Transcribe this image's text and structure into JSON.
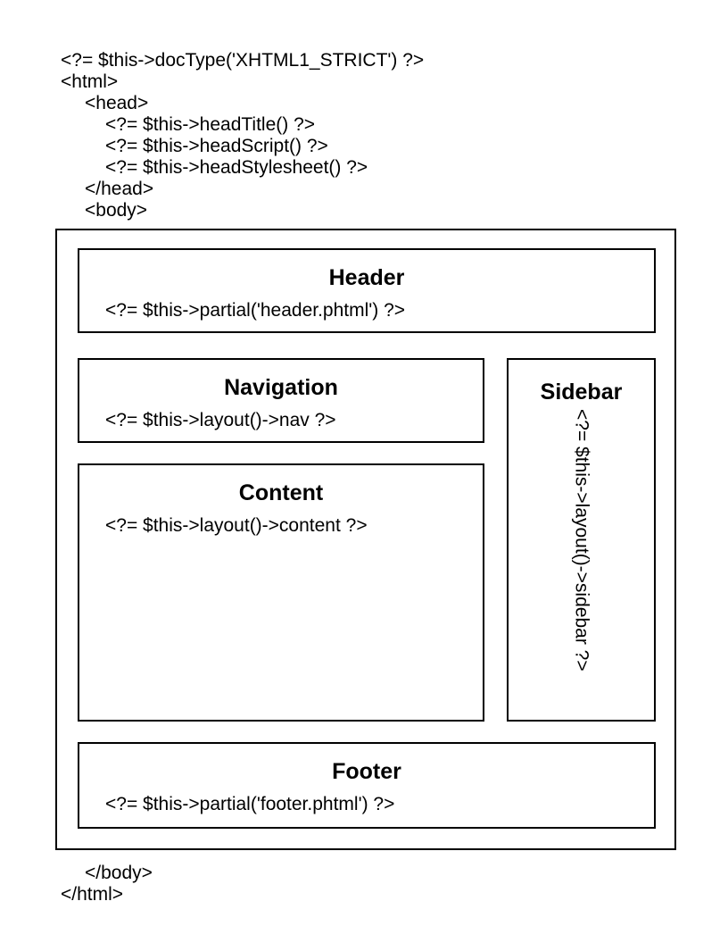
{
  "colors": {
    "background": "#ffffff",
    "border": "#000000",
    "text": "#000000"
  },
  "code_top": {
    "lines": [
      {
        "indent": 0,
        "text": "<?= $this->docType('XHTML1_STRICT') ?>"
      },
      {
        "indent": 0,
        "text": "<html>"
      },
      {
        "indent": 1,
        "text": "<head>"
      },
      {
        "indent": 2,
        "text": "<?= $this->headTitle() ?>"
      },
      {
        "indent": 2,
        "text": "<?= $this->headScript() ?>"
      },
      {
        "indent": 2,
        "text": "<?= $this->headStylesheet() ?>"
      },
      {
        "indent": 1,
        "text": "</head>"
      },
      {
        "indent": 1,
        "text": "<body>"
      }
    ]
  },
  "layout_boxes": {
    "header": {
      "title": "Header",
      "code": "<?= $this->partial('header.phtml') ?>"
    },
    "navigation": {
      "title": "Navigation",
      "code": "<?= $this->layout()->nav ?>"
    },
    "content": {
      "title": "Content",
      "code": "<?= $this->layout()->content ?>"
    },
    "sidebar": {
      "title": "Sidebar",
      "code": "<?= $this->layout()->sidebar ?>"
    },
    "footer": {
      "title": "Footer",
      "code": "<?= $this->partial('footer.phtml') ?>"
    }
  },
  "code_bottom": {
    "lines": [
      {
        "indent": 1,
        "text": "</body>"
      },
      {
        "indent": 0,
        "text": "</html>"
      }
    ]
  }
}
